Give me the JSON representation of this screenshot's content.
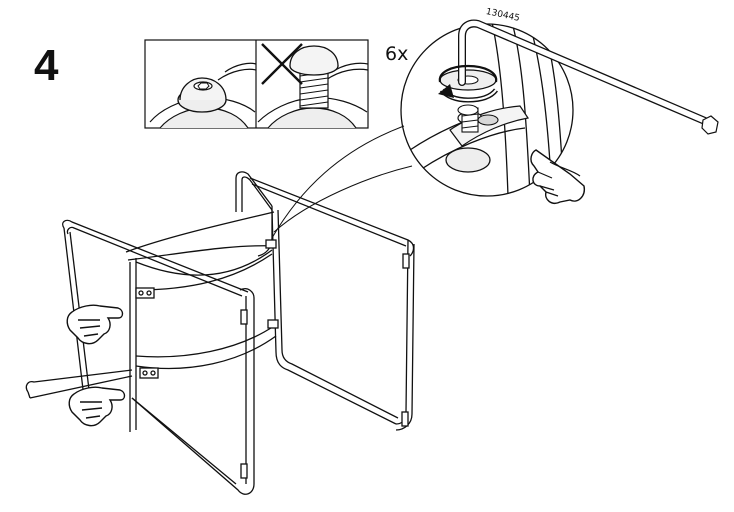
{
  "step": {
    "number": "4"
  },
  "callout": {
    "quantity": "6x",
    "part_number": "130445"
  },
  "panels": {
    "correct": "correctly-seated-bolt",
    "incorrect": "protruding-bolt-wrong"
  },
  "icons": [
    "cross-mark-icon",
    "rotate-arrow-icon",
    "allen-key-icon",
    "pointing-hand-icon"
  ],
  "colors": {
    "line": "#111111",
    "fill_light": "#eeeeee",
    "fill_mid": "#d8d8d8",
    "background": "#ffffff"
  }
}
